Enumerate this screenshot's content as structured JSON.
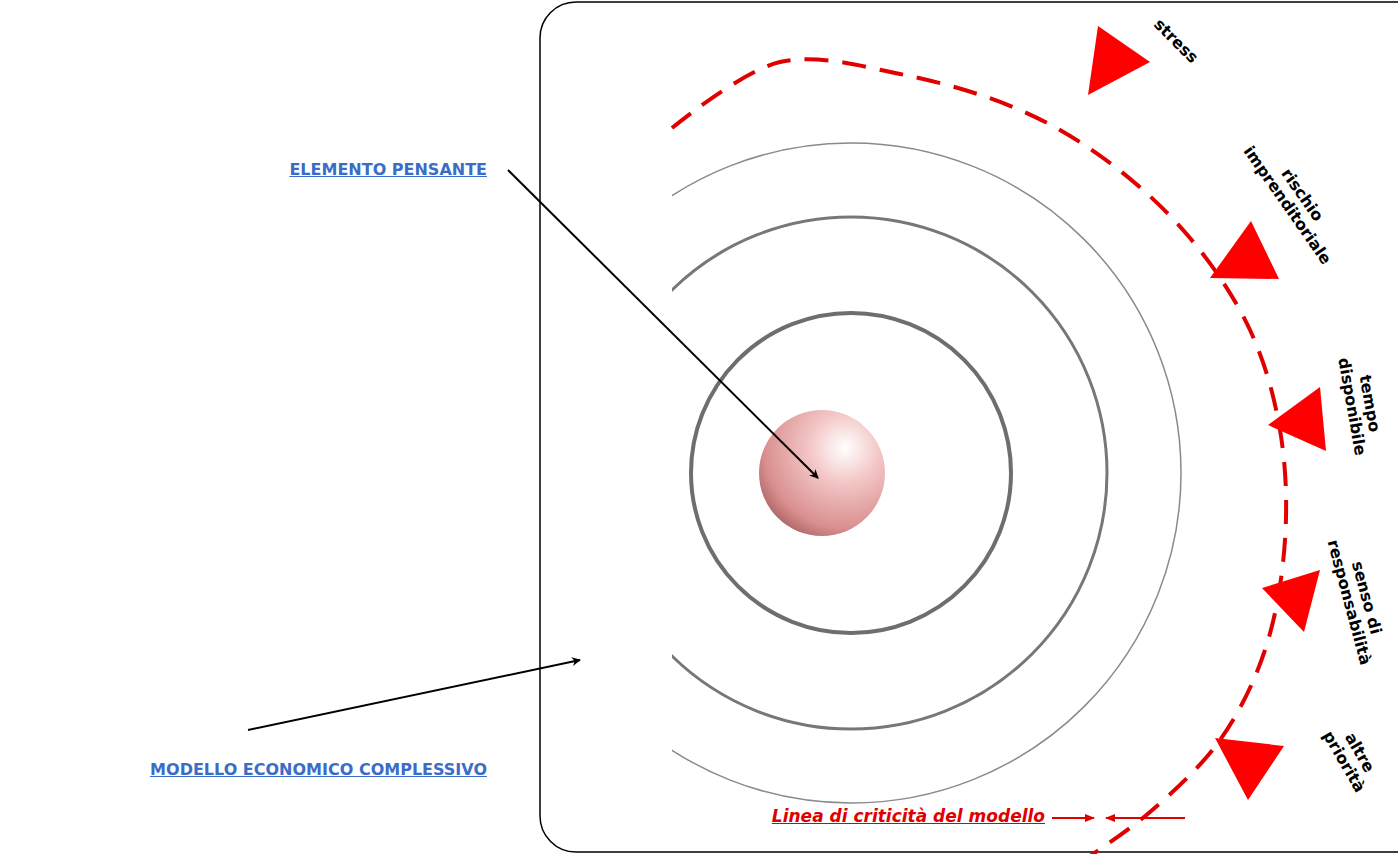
{
  "diagram": {
    "labels": [
      "ELEMENTO PENSANTE",
      "MODELLO ECONOMICO COMPLESSIVO",
      "stress",
      "rischio imprenditoriale",
      "tempo disponibile",
      "senso di responsabilità",
      "altre priorità",
      "Linea di criticità del modello"
    ]
  }
}
